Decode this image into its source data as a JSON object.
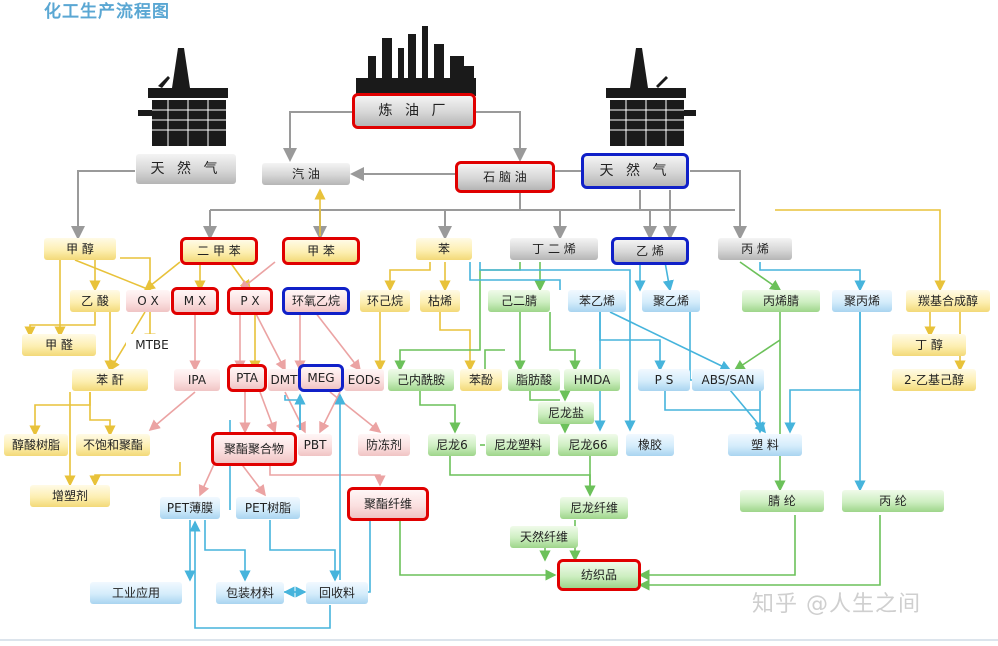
{
  "title": "化工生产流程图",
  "watermark": "知乎 @人生之间",
  "nodes": {
    "refinery": "炼 油 厂",
    "natgas_left": "天 然 气",
    "gasoline": "汽 油",
    "naphtha": "石 脑 油",
    "natgas_right": "天 然 气",
    "methanol": "甲 醇",
    "xylene": "二 甲 苯",
    "toluene": "甲 苯",
    "benzene": "苯",
    "butadiene": "丁 二 烯",
    "ethylene": "乙 烯",
    "propylene": "丙 烯",
    "acetic_acid": "乙 酸",
    "ox": "O X",
    "mx": "M X",
    "px": "P X",
    "eo": "环氧乙烷",
    "cyclohexane": "环己烷",
    "cumene": "枯烯",
    "adiponitrile": "己二腈",
    "styrene": "苯乙烯",
    "polyethylene": "聚乙烯",
    "acrylonitrile": "丙烯腈",
    "polypropylene": "聚丙烯",
    "oxo_alcohol": "羰基合成醇",
    "formaldehyde": "甲 醛",
    "mtbe": "MTBE",
    "butanol": "丁 醇",
    "ethylhexanol": "2-乙基己醇",
    "phthalic": "苯 酐",
    "ipa": "IPA",
    "pta": "PTA",
    "dmt": "DMT",
    "meg": "MEG",
    "eods": "EODs",
    "caprolactam": "己内酰胺",
    "phenol": "苯酚",
    "adipic": "脂肪酸",
    "hmda": "HMDA",
    "ps": "P S",
    "abs": "ABS/SAN",
    "alkyd": "醇酸树脂",
    "unsat_polyester": "不饱和聚酯",
    "polyester_polymer": "聚酯聚合物",
    "pbt": "PBT",
    "antifreeze": "防冻剂",
    "nylon_salt": "尼龙盐",
    "nylon6": "尼龙6",
    "nylon_plastic": "尼龙塑料",
    "nylon66": "尼龙66",
    "rubber": "橡胶",
    "plastics": "塑 料",
    "plasticizer": "增塑剂",
    "pet_film": "PET薄膜",
    "pet_resin": "PET树脂",
    "polyester_fiber": "聚酯纤维",
    "nylon_fiber": "尼龙纤维",
    "acrylic_fiber": "腈 纶",
    "pp_fiber": "丙 纶",
    "natural_fiber": "天然纤维",
    "industrial": "工业应用",
    "packaging": "包装材料",
    "recycling": "回收料",
    "textiles": "纺织品"
  },
  "colors": {
    "gray_line": "#9a9a9a",
    "yellow_line": "#e8c23a",
    "pink_line": "#eba3a3",
    "green_line": "#6cc15a",
    "blue_line": "#46b4dc",
    "highlight_red": "#e00000",
    "highlight_blue": "#1020c8"
  }
}
